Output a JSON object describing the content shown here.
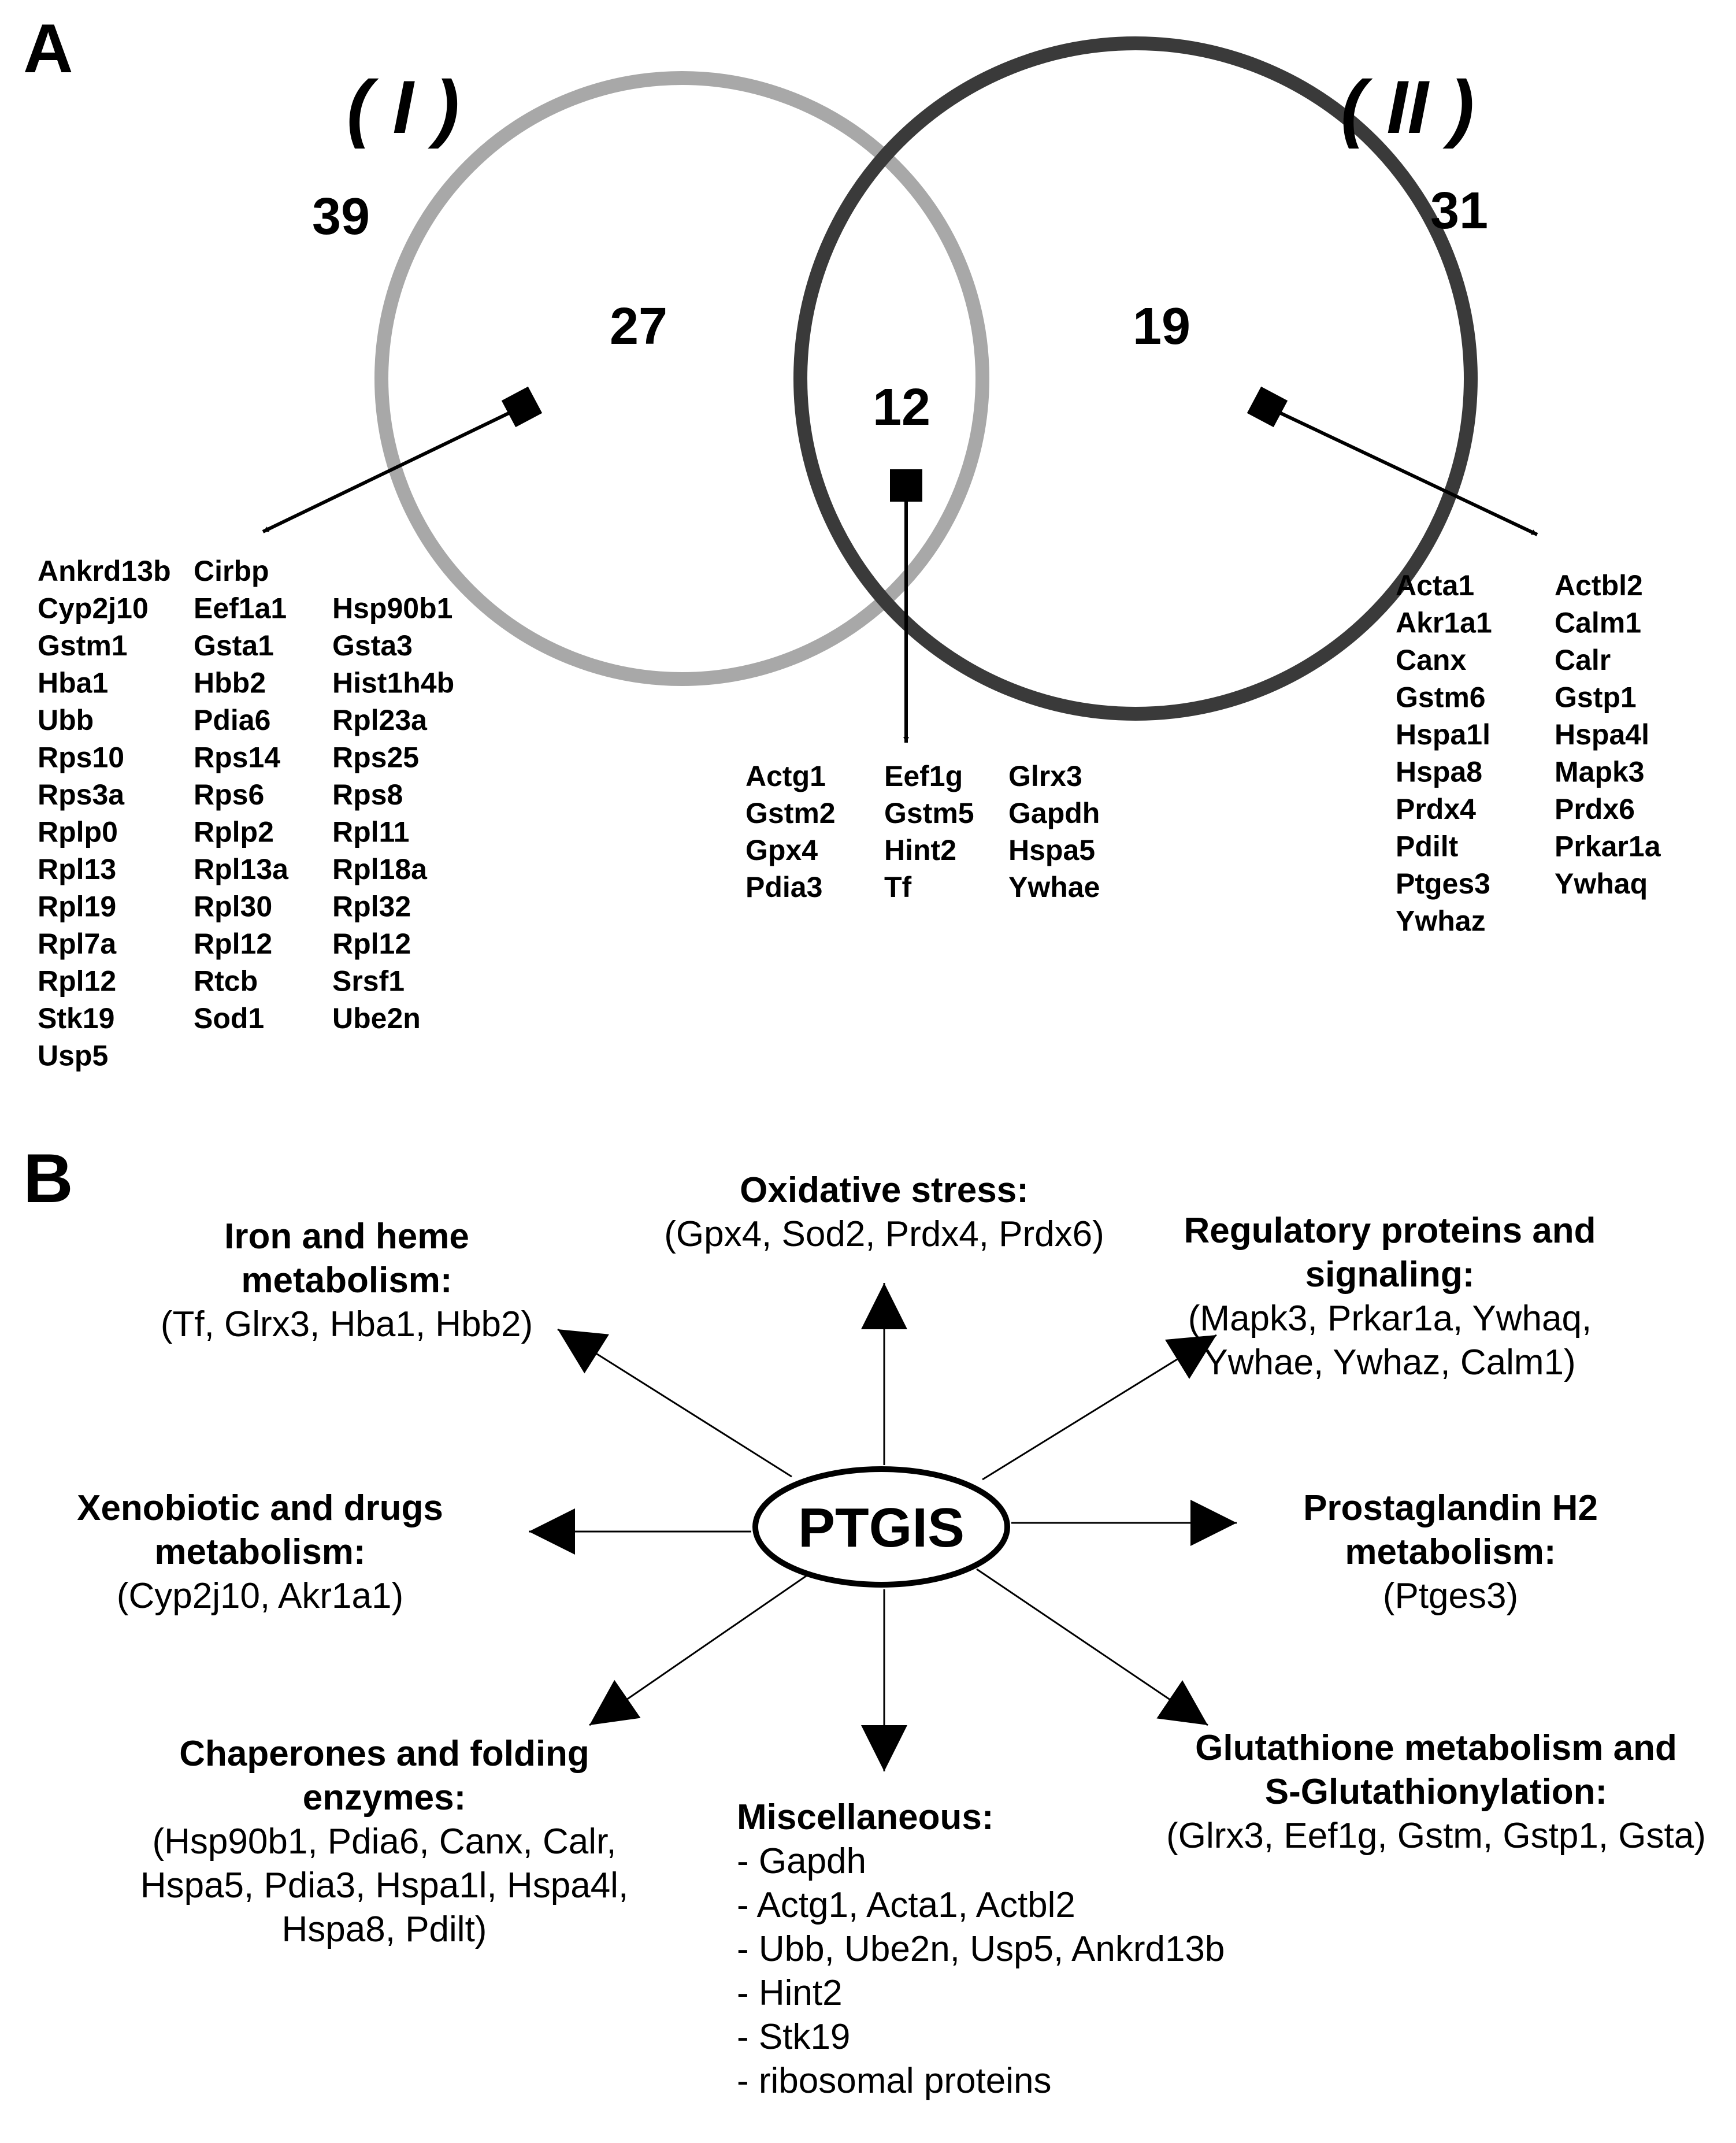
{
  "panel_a": {
    "panel_label": "A",
    "set_labels": [
      "( I )",
      "( II )"
    ],
    "counts": {
      "set1_total": "39",
      "set2_total": "31",
      "set1_only": "27",
      "set2_only": "19",
      "intersection": "12"
    },
    "genes_set1_only": [
      [
        "Ankrd13b",
        "Cirbp",
        ""
      ],
      [
        "Cyp2j10",
        "Eef1a1",
        "Hsp90b1"
      ],
      [
        "Gstm1",
        "Gsta1",
        "Gsta3"
      ],
      [
        "Hba1",
        "Hbb2",
        "Hist1h4b"
      ],
      [
        "Ubb",
        "Pdia6",
        "Rpl23a"
      ],
      [
        "Rps10",
        "Rps14",
        "Rps25"
      ],
      [
        "Rps3a",
        "Rps6",
        "Rps8"
      ],
      [
        "Rplp0",
        "Rplp2",
        "Rpl11"
      ],
      [
        "Rpl13",
        "Rpl13a",
        "Rpl18a"
      ],
      [
        "Rpl19",
        "Rpl30",
        "Rpl32"
      ],
      [
        "Rpl7a",
        "Rpl12",
        "Rpl12"
      ],
      [
        "Rpl12",
        "Rtcb",
        "Srsf1"
      ],
      [
        "Stk19",
        "Sod1",
        "Ube2n"
      ],
      [
        "Usp5",
        "",
        ""
      ]
    ],
    "genes_intersection": [
      [
        "Actg1",
        "Eef1g",
        "Glrx3"
      ],
      [
        "Gstm2",
        "Gstm5",
        "Gapdh"
      ],
      [
        "Gpx4",
        "Hint2",
        "Hspa5"
      ],
      [
        "Pdia3",
        "Tf",
        "Ywhae"
      ]
    ],
    "genes_set2_only": [
      [
        "Acta1",
        "Actbl2"
      ],
      [
        "Akr1a1",
        "Calm1"
      ],
      [
        "Canx",
        "Calr"
      ],
      [
        "Gstm6",
        "Gstp1"
      ],
      [
        "Hspa1l",
        "Hspa4l"
      ],
      [
        "Hspa8",
        "Mapk3"
      ],
      [
        "Prdx4",
        "Prdx6"
      ],
      [
        "Pdilt",
        "Prkar1a"
      ],
      [
        "Ptges3",
        "Ywhaq"
      ],
      [
        "Ywhaz",
        ""
      ]
    ]
  },
  "panel_b": {
    "panel_label": "B",
    "center": "PTGIS",
    "categories": [
      {
        "key": "oxidative",
        "title": [
          "Oxidative stress:"
        ],
        "genes": [
          "(Gpx4, Sod2, Prdx4, Prdx6)"
        ]
      },
      {
        "key": "iron",
        "title": [
          "Iron and heme",
          "metabolism:"
        ],
        "genes": [
          "(Tf, Glrx3, Hba1, Hbb2)"
        ]
      },
      {
        "key": "regulatory",
        "title": [
          "Regulatory proteins and",
          "signaling:"
        ],
        "genes": [
          "(Mapk3, Prkar1a, Ywhaq,",
          "Ywhae, Ywhaz, Calm1)"
        ]
      },
      {
        "key": "xenobiotic",
        "title": [
          "Xenobiotic and drugs",
          "metabolism:"
        ],
        "genes": [
          "(Cyp2j10, Akr1a1)"
        ]
      },
      {
        "key": "prostaglandin",
        "title": [
          "Prostaglandin H2",
          "metabolism:"
        ],
        "genes": [
          "(Ptges3)"
        ]
      },
      {
        "key": "chaperones",
        "title": [
          "Chaperones and folding",
          "enzymes:"
        ],
        "genes": [
          "(Hsp90b1, Pdia6, Canx, Calr,",
          "Hspa5, Pdia3, Hspa1l, Hspa4l,",
          "Hspa8, Pdilt)"
        ]
      },
      {
        "key": "misc",
        "title": [
          "Miscellaneous:"
        ],
        "genes": [
          "- Gapdh",
          "- Actg1, Acta1, Actbl2",
          "- Ubb, Ube2n, Usp5, Ankrd13b",
          "- Hint2",
          "- Stk19",
          "- ribosomal proteins"
        ]
      },
      {
        "key": "glutathione",
        "title": [
          "Glutathione  metabolism and",
          "S-Glutathionylation:"
        ],
        "genes": [
          "(Glrx3, Eef1g, Gstm, Gstp1, Gsta)"
        ]
      }
    ]
  },
  "colors": {
    "circle_1": "#a8a8a8",
    "circle_2": "#3a3a3a",
    "ink": "#000000"
  }
}
